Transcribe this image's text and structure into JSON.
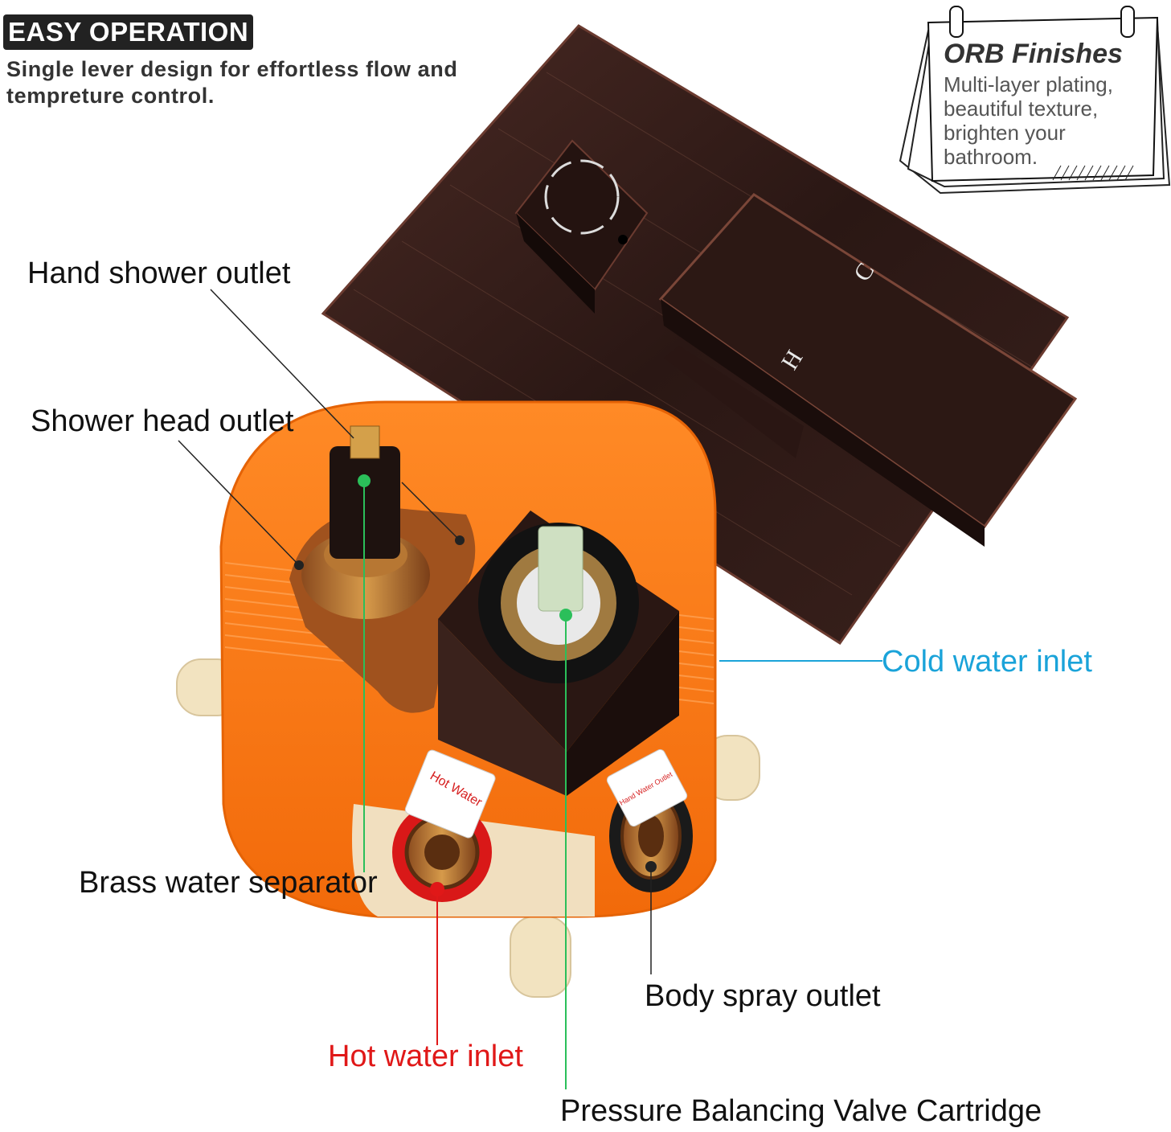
{
  "header": {
    "badge": "EASY OPERATION",
    "description": "Single lever design for effortless flow and tempreture control."
  },
  "note": {
    "title": "ORB Finishes",
    "body": "Multi-layer plating, beautiful texture, brighten your bathroom."
  },
  "trim": {
    "hot_mark": "H",
    "cold_mark": "C"
  },
  "valve_box": {
    "sticker_left": "Hot Water",
    "sticker_right": "Hand Water Outlet"
  },
  "callouts": {
    "hand_shower": "Hand shower outlet",
    "shower_head": "Shower head outlet",
    "cold_inlet": "Cold water inlet",
    "brass_separator": "Brass water separator",
    "body_spray": "Body spray outlet",
    "hot_inlet": "Hot water inlet",
    "cartridge": "Pressure Balancing Valve Cartridge"
  },
  "colors": {
    "cold_label": "#1aa3d9",
    "hot_label": "#e01818",
    "cartridge_leader": "#2bbf5a",
    "box_orange": "#ff7a12",
    "trim_bronze": "#2a1714",
    "text_dark": "#111111"
  }
}
